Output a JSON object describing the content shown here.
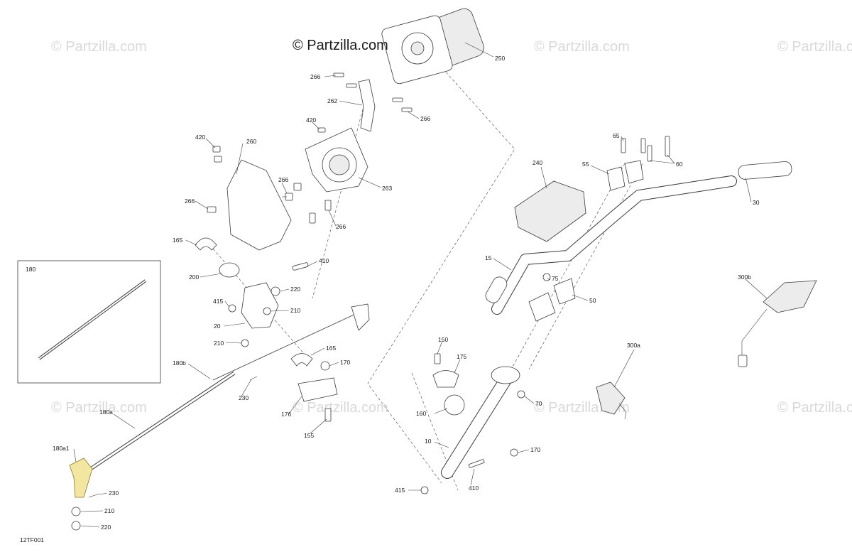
{
  "watermark": {
    "copyright": "© Partzilla.com",
    "repeat_text": "© Partzilla.com"
  },
  "figure_code": "12TF001",
  "inset_label": "180",
  "callouts": {
    "c250": "250",
    "c266a": "266",
    "c262": "262",
    "c266b": "266",
    "c420a": "420",
    "c420b": "420",
    "c260": "260",
    "c266c": "266",
    "c266d": "266",
    "c263": "263",
    "c266e": "266",
    "c165a": "165",
    "c410a": "410",
    "c200": "200",
    "c220a": "220",
    "c415a": "415",
    "c210a": "210",
    "c20": "20",
    "c210b": "210",
    "c165b": "165",
    "c170a": "170",
    "c180b": "180b",
    "c230a": "230",
    "c176": "176",
    "c155": "155",
    "c180a": "180a",
    "c180a1": "180a1",
    "c230b": "230",
    "c210c": "210",
    "c220b": "220",
    "c65": "65",
    "c60": "60",
    "c55": "55",
    "c240": "240",
    "c30": "30",
    "c15": "15",
    "c75": "75",
    "c50": "50",
    "c300b": "300b",
    "c300a": "300a",
    "c150": "150",
    "c175": "175",
    "c160": "160",
    "c70": "70",
    "c10": "10",
    "c170b": "170",
    "c410b": "410",
    "c415b": "415"
  },
  "colors": {
    "line": "#3a3a3a",
    "highlight": "#f3e6a0",
    "watermark": "#d9d9d9"
  }
}
